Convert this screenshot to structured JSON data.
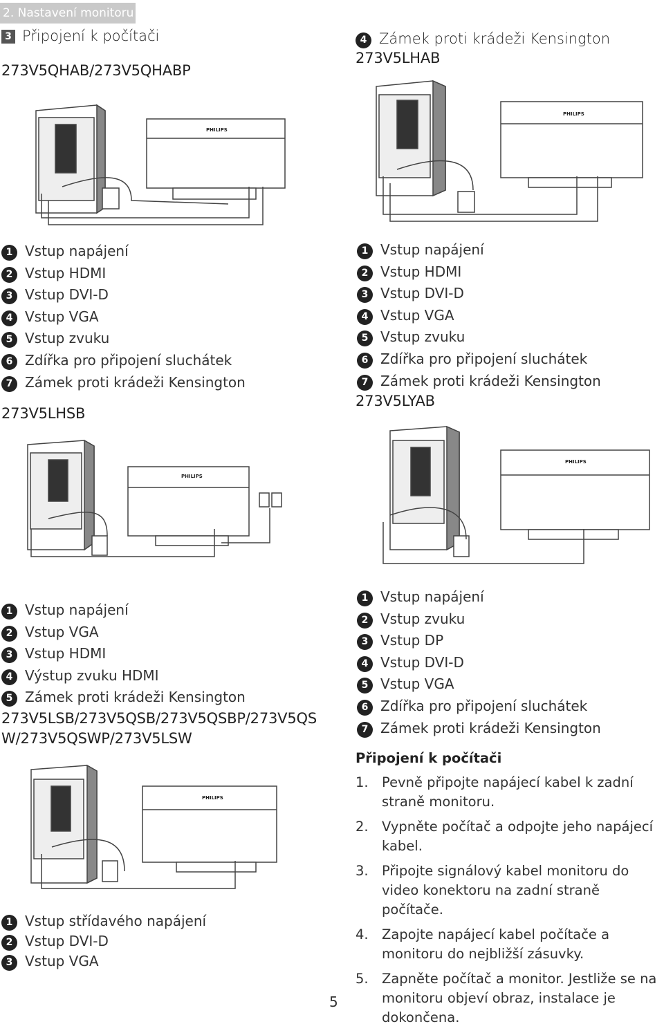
{
  "section": {
    "number": "2.",
    "title": "Nastavení monitoru"
  },
  "subsection": {
    "number": "3",
    "title": "Připojení k počítači"
  },
  "sub4": {
    "number": "4",
    "title": "Zámek proti krádeži Kensington"
  },
  "brand": "PHILIPS",
  "blocks": [
    {
      "model": "273V5QHAB/273V5QHABP",
      "legend": [
        {
          "n": "1",
          "label": "Vstup napájení"
        },
        {
          "n": "2",
          "label": "Vstup HDMI"
        },
        {
          "n": "3",
          "label": "Vstup DVI-D"
        },
        {
          "n": "4",
          "label": "Vstup VGA"
        },
        {
          "n": "5",
          "label": "Vstup zvuku"
        },
        {
          "n": "6",
          "label": "Zdířka pro připojení sluchátek"
        },
        {
          "n": "7",
          "label": "Zámek proti krádeži Kensington"
        }
      ]
    },
    {
      "model": "273V5LHAB",
      "legend": [
        {
          "n": "1",
          "label": "Vstup napájení"
        },
        {
          "n": "2",
          "label": "Vstup HDMI"
        },
        {
          "n": "3",
          "label": "Vstup DVI-D"
        },
        {
          "n": "4",
          "label": "Vstup VGA"
        },
        {
          "n": "5",
          "label": "Vstup zvuku"
        },
        {
          "n": "6",
          "label": "Zdířka pro připojení sluchátek"
        },
        {
          "n": "7",
          "label": "Zámek proti krádeži Kensington"
        }
      ]
    },
    {
      "model": "273V5LHSB",
      "legend": [
        {
          "n": "1",
          "label": "Vstup napájení"
        },
        {
          "n": "2",
          "label": "Vstup VGA"
        },
        {
          "n": "3",
          "label": "Vstup HDMI"
        },
        {
          "n": "4",
          "label": "Výstup zvuku HDMI"
        },
        {
          "n": "5",
          "label": "Zámek proti krádeži Kensington"
        }
      ]
    },
    {
      "model": "273V5LYAB",
      "legend": [
        {
          "n": "1",
          "label": "Vstup napájení"
        },
        {
          "n": "2",
          "label": "Vstup zvuku"
        },
        {
          "n": "3",
          "label": "Vstup DP"
        },
        {
          "n": "4",
          "label": "Vstup DVI-D"
        },
        {
          "n": "5",
          "label": "Vstup VGA"
        },
        {
          "n": "6",
          "label": "Zdířka pro připojení sluchátek"
        },
        {
          "n": "7",
          "label": "Zámek proti krádeži Kensington"
        }
      ]
    },
    {
      "model_line1": "273V5LSB/273V5QSB/273V5QSBP/273V5QS",
      "model_line2": "W/273V5QSWP/273V5LSW",
      "legend": [
        {
          "n": "1",
          "label": "Vstup střídavého napájení"
        },
        {
          "n": "2",
          "label": "Vstup DVI-D"
        },
        {
          "n": "3",
          "label": "Vstup VGA"
        }
      ]
    }
  ],
  "procedure": {
    "title": "Připojení k počítači",
    "steps": [
      {
        "n": "1.",
        "text": "Pevně připojte napájecí kabel k zadní straně monitoru."
      },
      {
        "n": "2.",
        "text": "Vypněte počítač a odpojte jeho napájecí kabel."
      },
      {
        "n": "3.",
        "text": "Připojte signálový kabel monitoru do video konektoru na zadní straně počítače."
      },
      {
        "n": "4.",
        "text": "Zapojte napájecí kabel počítače a monitoru do nejbližší zásuvky."
      },
      {
        "n": "5.",
        "text": "Zapněte počítač a monitor. Jestliže se na monitoru objeví obraz, instalace je dokončena."
      }
    ]
  },
  "page_number": "5"
}
